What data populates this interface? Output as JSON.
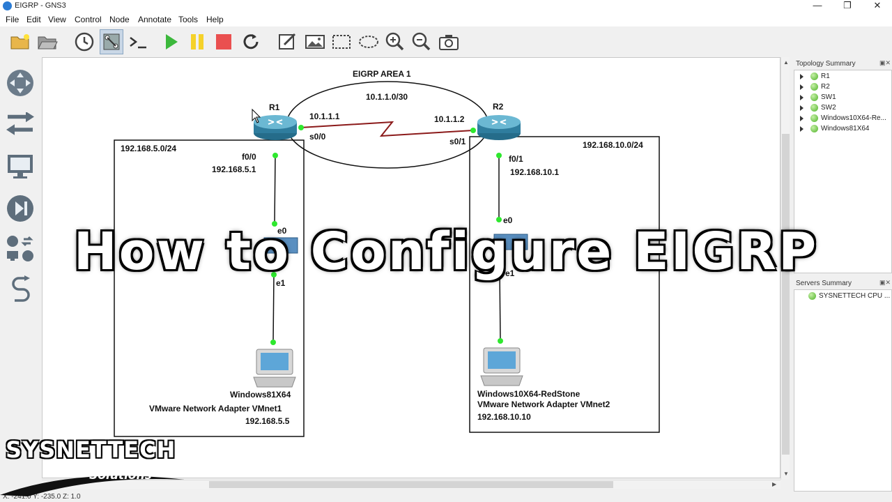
{
  "window": {
    "title": "EIGRP - GNS3",
    "controls": [
      "—",
      "❐",
      "✕"
    ]
  },
  "menu": [
    "File",
    "Edit",
    "View",
    "Control",
    "Node",
    "Annotate",
    "Tools",
    "Help"
  ],
  "toolbar_icons": [
    "open-folder-icon",
    "folder-icon",
    "clock-icon",
    "topology-icon",
    "console-icon",
    "play-icon",
    "pause-icon",
    "stop-icon",
    "reload-icon",
    "edit-note-icon",
    "image-icon",
    "rectangle-icon",
    "ellipse-icon",
    "zoom-in-icon",
    "zoom-out-icon",
    "camera-icon"
  ],
  "left_icons": [
    "router-icon",
    "switch-icon",
    "end-device-icon",
    "security-device-icon",
    "all-devices-icon",
    "link-cable-icon"
  ],
  "topology": {
    "area_label": "EIGRP AREA 1",
    "wan_network": "10.1.1.0/30",
    "r1": {
      "name": "R1",
      "wan_ip": "10.1.1.1",
      "wan_if": "s0/0",
      "lan_if": "f0/0",
      "lan_ip": "192.168.5.1",
      "lan_net": "192.168.5.0/24"
    },
    "r2": {
      "name": "R2",
      "wan_ip": "10.1.1.2",
      "wan_if": "s0/1",
      "lan_if": "f0/1",
      "lan_ip": "192.168.10.1",
      "lan_net": "192.168.10.0/24"
    },
    "sw1": {
      "e0": "e0",
      "e1": "e1"
    },
    "sw2": {
      "e0": "e0",
      "e1": "e1"
    },
    "pc1": {
      "name": "Windows81X64",
      "adapter": "VMware Network Adapter VMnet1",
      "ip": "192.168.5.5"
    },
    "pc2": {
      "name": "Windows10X64-RedStone",
      "adapter": "VMware Network Adapter VMnet2",
      "ip": "192.168.10.10"
    }
  },
  "topology_summary": {
    "title": "Topology Summary",
    "items": [
      "R1",
      "R2",
      "SW1",
      "SW2",
      "Windows10X64-Re...",
      "Windows81X64"
    ]
  },
  "servers_summary": {
    "title": "Servers Summary",
    "items": [
      "SYSNETTECH CPU ..."
    ]
  },
  "status": "X: -241.0 Y: -235.0 Z: 1.0",
  "overlay": {
    "title": "How to Configure EIGRP",
    "brand": "SYSNETTECH",
    "brand_sub": "Solutions"
  },
  "colors": {
    "link_dot": "#2ee82e",
    "serial_link": "#8b1a1a",
    "router_body": "#3a8fb0"
  }
}
